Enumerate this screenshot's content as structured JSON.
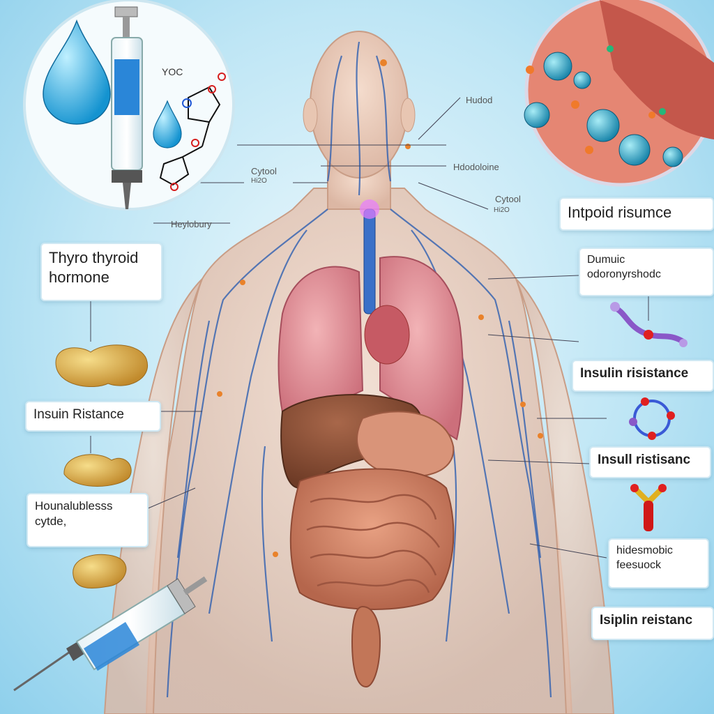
{
  "colors": {
    "background": "#bfe6f5",
    "vessel_blue": "#2e5fb0",
    "lung_pink": "#e08c97",
    "liver_brown": "#8a5034",
    "intestine": "#c97a5d"
  },
  "top_labels": {
    "hudod": "Hudod",
    "cytool_left": "Cytool",
    "cytool_left_sub": "Hi2O",
    "hdodoloine": "Hdodoloine",
    "cytool_right": "Cytool",
    "cytool_right_sub": "Hi2O",
    "heylobury": "Heylobury",
    "formula_text": "YOC"
  },
  "left_boxes": {
    "thyroid_line1": "Thyro thyroid",
    "thyroid_line2": "hormone",
    "insulin": "Insuin Ristance",
    "hounal_line1": "Hounalublesss",
    "hounal_line2": "cytde,"
  },
  "right_boxes": {
    "intpoid": "Intpoid risumce",
    "dumuic_line1": "Dumuic",
    "dumuic_line2": "odoronyrshodc",
    "insulin1": "Insulin risistance",
    "insulin2": "Insull ristisanc",
    "hides_line1": "hidesmobic",
    "hides_line2": "feesuock",
    "isiplin": "Isiplin reistanc"
  }
}
